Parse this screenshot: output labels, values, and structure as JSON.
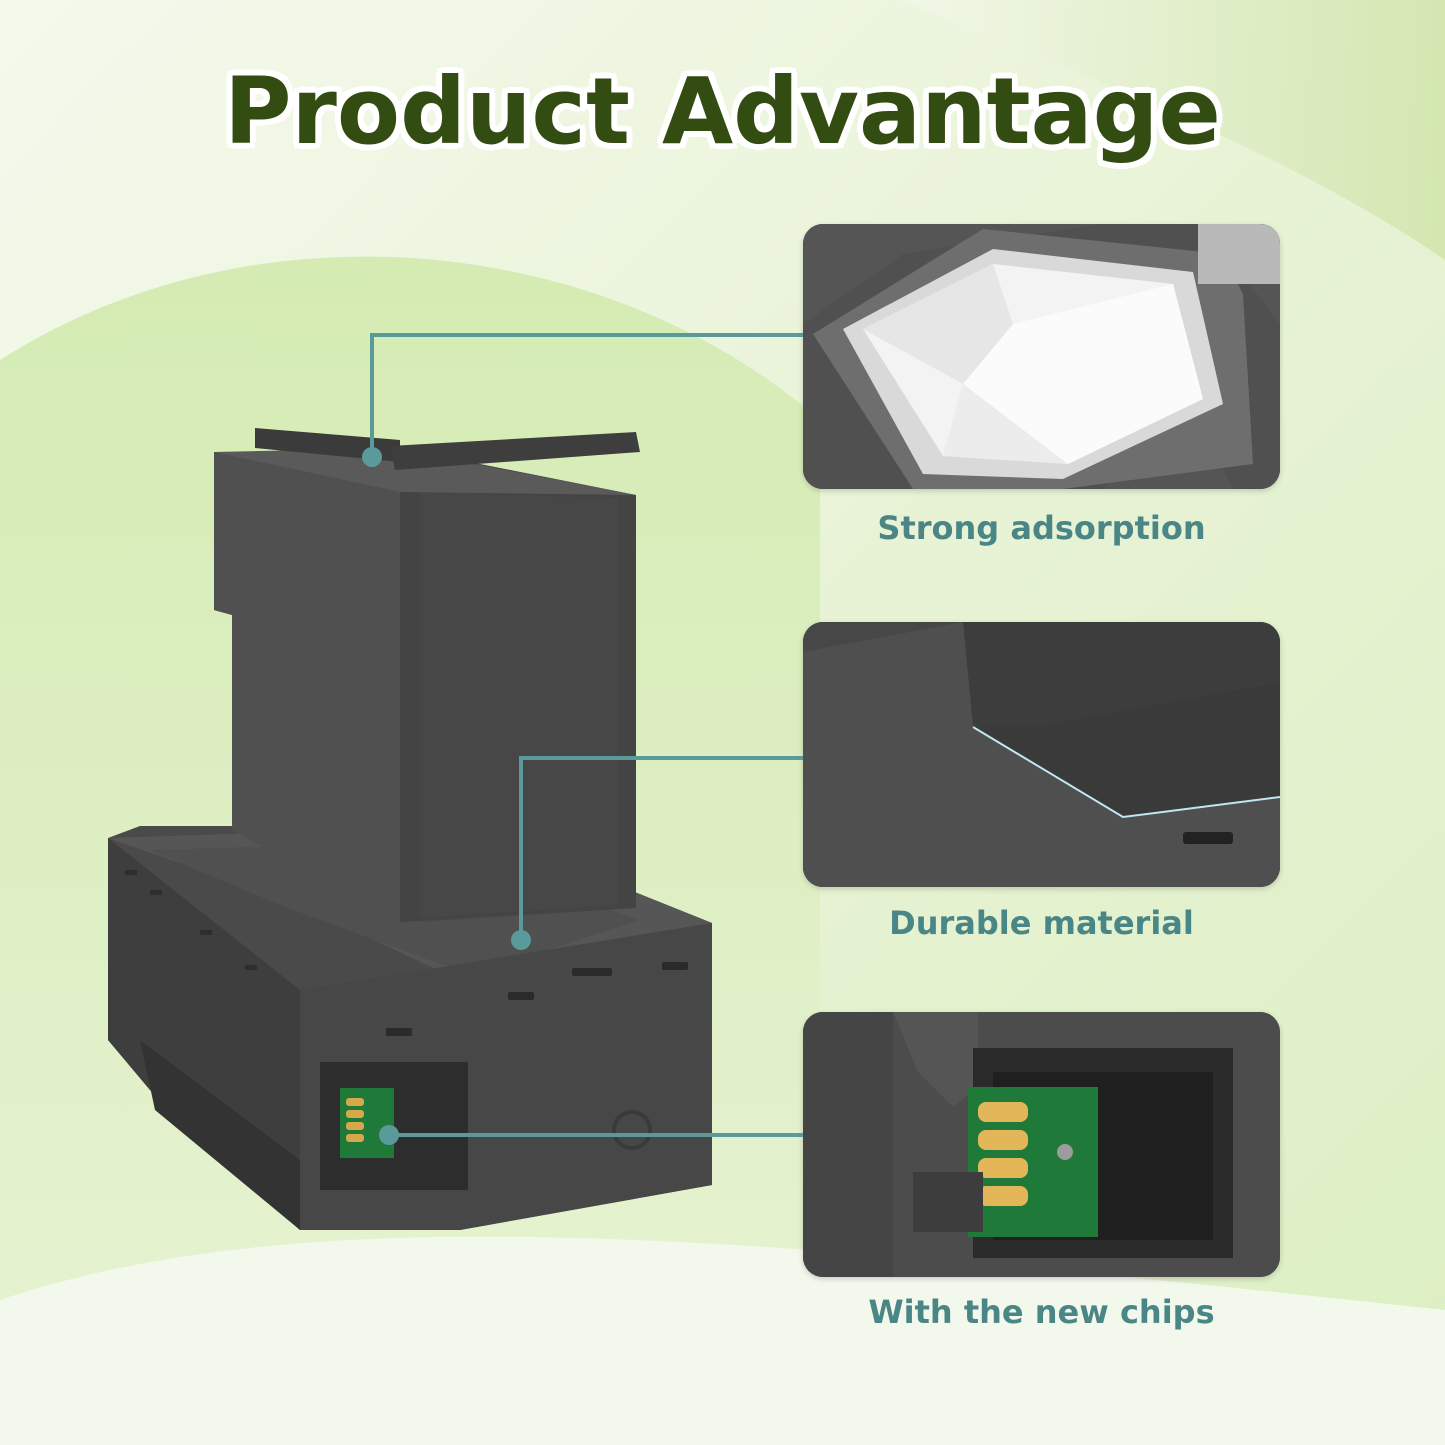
{
  "title": "Product Advantage",
  "features": [
    {
      "label": "Strong adsorption",
      "icon": "foam-pad-closeup"
    },
    {
      "label": "Durable material",
      "icon": "plastic-edge-closeup"
    },
    {
      "label": "With the new chips",
      "icon": "chip-closeup"
    }
  ],
  "colors": {
    "title": "#324c12",
    "caption": "#4a8686",
    "leader": "#5a9a9a",
    "background": "#eef6e2",
    "product": "#4a4a4a"
  }
}
